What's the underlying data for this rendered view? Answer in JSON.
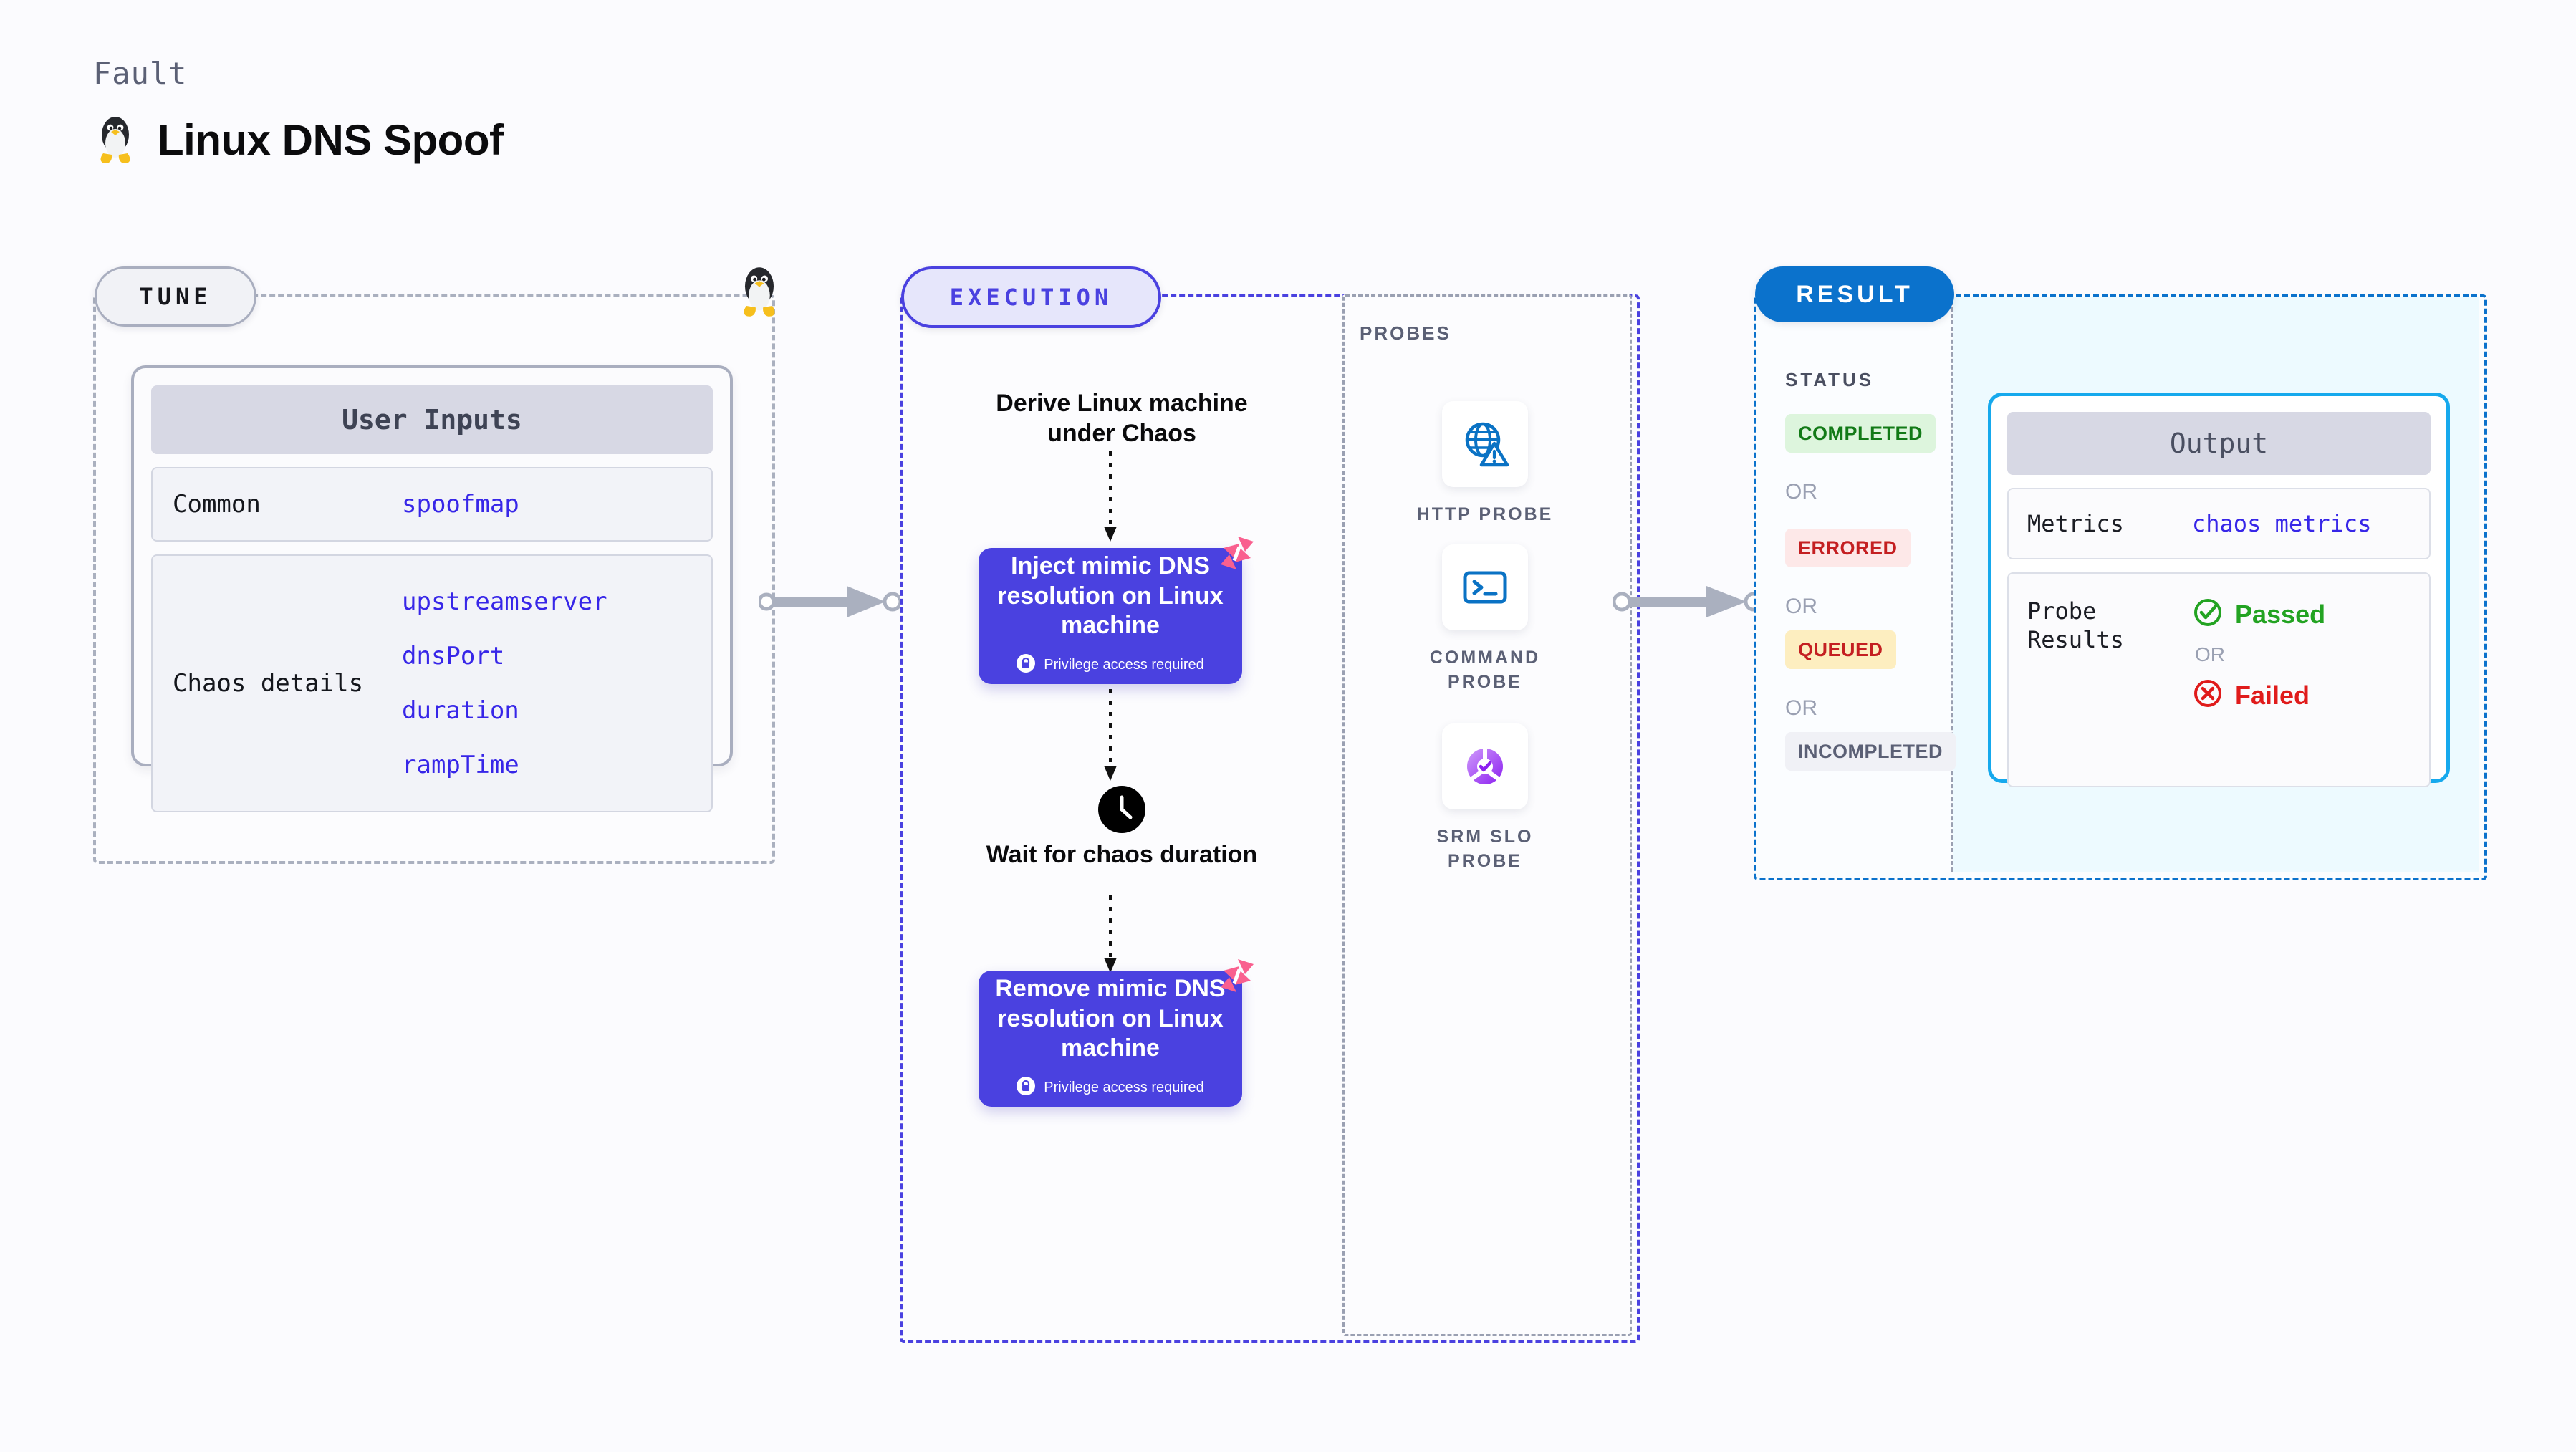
{
  "header": {
    "eyebrow": "Fault",
    "title": "Linux DNS Spoof",
    "icon": "linux-penguin-icon"
  },
  "tune": {
    "pill_label": "TUNE",
    "card_title": "User Inputs",
    "rows": [
      {
        "key": "Common",
        "values": [
          "spoofmap"
        ]
      },
      {
        "key": "Chaos details",
        "values": [
          "upstreamserver",
          "dnsPort",
          "duration",
          "rampTime"
        ]
      }
    ]
  },
  "execution": {
    "pill_label": "EXECUTION",
    "steps": [
      {
        "type": "text",
        "label": "Derive Linux machine under Chaos"
      },
      {
        "type": "action",
        "label": "Inject mimic DNS resolution on Linux machine",
        "note": "Privilege access required"
      },
      {
        "type": "wait",
        "label": "Wait for chaos duration"
      },
      {
        "type": "action",
        "label": "Remove mimic DNS resolution on Linux machine",
        "note": "Privilege access required"
      }
    ]
  },
  "probes": {
    "label": "PROBES",
    "items": [
      {
        "label": "HTTP PROBE",
        "icon": "globe-warning-icon"
      },
      {
        "label": "COMMAND PROBE",
        "icon": "terminal-icon"
      },
      {
        "label": "SRM SLO PROBE",
        "icon": "slo-donut-check-icon"
      }
    ]
  },
  "result": {
    "pill_label": "RESULT",
    "status_label": "STATUS",
    "or_label": "OR",
    "statuses": [
      {
        "label": "COMPLETED",
        "bg": "#ddf5dd",
        "fg": "#127a17"
      },
      {
        "label": "ERRORED",
        "bg": "#fde8e8",
        "fg": "#c41f21"
      },
      {
        "label": "QUEUED",
        "bg": "#fdeec0",
        "fg": "#c41f21"
      },
      {
        "label": "INCOMPLETED",
        "bg": "#f0f1f6",
        "fg": "#5b6075"
      }
    ],
    "output": {
      "card_title": "Output",
      "metrics_key": "Metrics",
      "metrics_value": "chaos metrics",
      "probe_results_key": "Probe Results",
      "passed_label": "Passed",
      "failed_label": "Failed",
      "or_label": "OR"
    }
  },
  "colors": {
    "indigo": "#4a41e0",
    "blue": "#0b72cc",
    "cyan": "#16a9ed",
    "pink": "#f9608f",
    "gray": "#aab0bf"
  }
}
